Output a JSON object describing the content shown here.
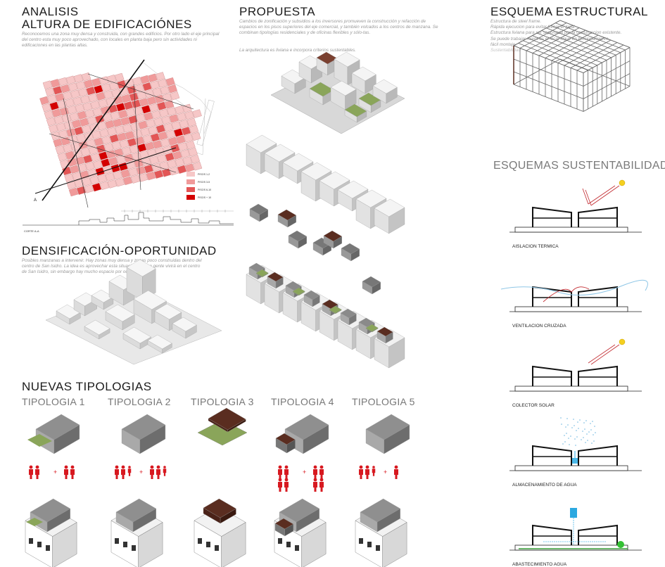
{
  "analisis": {
    "title": "ANALISIS",
    "subtitle": "ALTURA DE EDIFICACIÓNES",
    "text": "Reconocemos una zona muy densa y construida, con grandes edificios. Por otro lado el eje principal del centro esta muy poco aprovechado, con locales en planta baja pero sin actividades ni edificaciones en las plantas altas.",
    "legend": [
      {
        "label": "PISOS 1-2",
        "color": "#f6c7c7"
      },
      {
        "label": "PISOS 3-5",
        "color": "#f09a9a"
      },
      {
        "label": "PISOS 6-10",
        "color": "#e35656"
      },
      {
        "label": "PISOS + 10",
        "color": "#d40000"
      }
    ],
    "corte_label": "CORTE A-A",
    "map_marker": "A"
  },
  "densificacion": {
    "title": "DENSIFICACIÓN-OPORTUNIDAD",
    "text": "Posibles manzanas a intervenir. Hay zonas muy densa y zonas poco construidas dentro del centro de San Isidro. La idea es aprovechar esta situación. Mucha gente vivirá en el centro de San Isidro, sin embargo hay mucho espacio por ocupar."
  },
  "propuesta": {
    "title": "PROPUESTA",
    "text": "Cambios de zonificación y subsidios a los inversores promueven la construcción y refacción de espacios en los pisos superiores del eje comercial, y también volcados a los centros de manzana. Se combinan tipologías residenciales y de oficinas flexibles y sólo-tas.",
    "text2": "La arquitectura es liviana e incorpora criterios sustentables."
  },
  "esquema": {
    "title": "ESQUEMA ESTRUCTURAL",
    "lines": [
      "Estructura de steel frame.",
      "Rápida ejecucion para evitar frenar el local.",
      "Estructura liviana para ser soportada por la construccion existente.",
      "Se puede trabajar mientras el local sigue en funcionamiento.",
      "fácil montaje.",
      "Sustentabilidad"
    ]
  },
  "sustentabilidad": {
    "title": "ESQUEMAS SUSTENTABILIDAD",
    "schemes": [
      {
        "label": "AISLACION TERMICA"
      },
      {
        "label": "VENTILACION CRUZADA"
      },
      {
        "label": "COLECTOR SOLAR"
      },
      {
        "label": "ALMACENAMIENTO DE AGUA"
      },
      {
        "label": "ABASTECIMIENTO AGUA"
      }
    ]
  },
  "tipologias": {
    "title": "NUEVAS TIPOLOGIAS",
    "items": [
      {
        "label": "TIPOLOGIA 1",
        "plus": "+"
      },
      {
        "label": "TIPOLOGIA 2",
        "plus": "+"
      },
      {
        "label": "TIPOLOGIA 3",
        "plus": ""
      },
      {
        "label": "TIPOLOGIA 4",
        "plus": "+"
      },
      {
        "label": "TIPOLOGIA 5",
        "plus": "+"
      }
    ]
  },
  "colors": {
    "accent_red": "#d71920",
    "green_roof": "#8aa55a",
    "wood": "#5a2d20",
    "water": "#a9d5ee"
  }
}
